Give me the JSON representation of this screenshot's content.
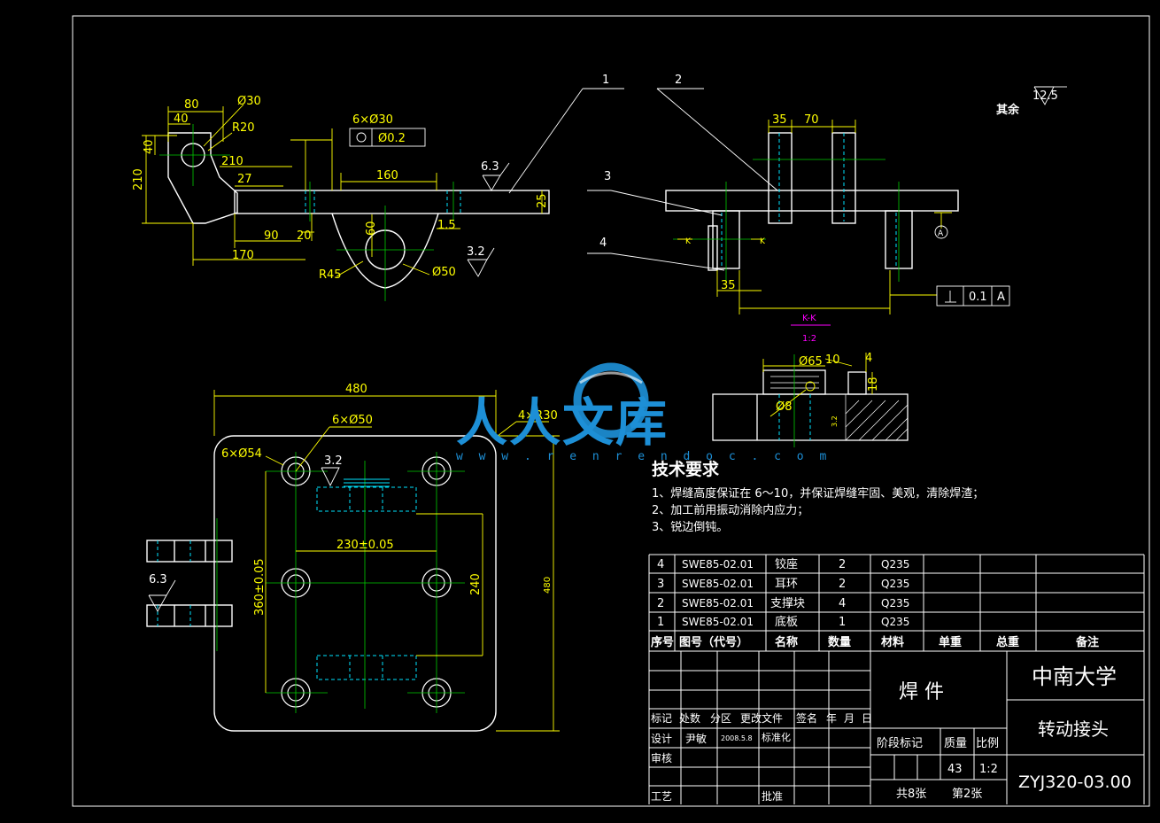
{
  "colors": {
    "background": "#000000",
    "part": "#ffffff",
    "dimension": "#ffff00",
    "centerline": "#00cc00",
    "hidden": "#00e5ff",
    "section": "#ff00ff",
    "watermark": "#1d8fd6"
  },
  "watermark": {
    "brand": "人人文库",
    "url": "w w w . r e n r e n d o c . c o m",
    "icon": "renren-logo-icon"
  },
  "roughness_note": {
    "label": "其余",
    "value": "12.5"
  },
  "balloons": [
    "1",
    "2",
    "3",
    "4"
  ],
  "left_view_dims": {
    "d80": "80",
    "d40": "40",
    "d30": "Ø30",
    "r20": "R20",
    "d210h": "210",
    "d210v": "210",
    "d40v": "40",
    "d27": "27",
    "d6x30": "6×Ø30",
    "pos": "Ø0.2",
    "d160": "160",
    "d6_3": "6.3",
    "d25": "25",
    "d1_5": "1.5",
    "d90": "90",
    "d20": "20",
    "d170": "170",
    "d60": "60",
    "r45": "R45",
    "d50": "Ø50",
    "d3_2": "3.2"
  },
  "right_view_dims": {
    "d35": "35",
    "d70": "70",
    "d35b": "35",
    "perp_value": "0.1",
    "datum": "A",
    "kk_left": "K",
    "kk_right": "K"
  },
  "section": {
    "label": "K-K",
    "scale": "1:2",
    "d65": "Ø65",
    "d10": "10",
    "d4": "4",
    "d18": "18",
    "d8": "Ø8",
    "d3_2": "3.2"
  },
  "plan_view_dims": {
    "d480w": "480",
    "d6x50": "6×Ø50",
    "d4r30": "4×R30",
    "d6x54": "6×Ø54",
    "d3_2": "3.2",
    "d230": "230±0.05",
    "d360": "360±0.05",
    "d240": "240",
    "d480h": "480",
    "d6_3": "6.3"
  },
  "tech_req": {
    "title": "技术要求",
    "lines": [
      "1、焊缝高度保证在  6～10，并保证焊缝牢固、美观，清除焊渣；",
      "2、加工前用振动消除内应力；",
      "3、锐边倒钝。"
    ]
  },
  "parts_list": {
    "rows": [
      [
        "4",
        "SWE85-02.01",
        "铰座",
        "2",
        "Q235"
      ],
      [
        "3",
        "SWE85-02.01",
        "耳环",
        "2",
        "Q235"
      ],
      [
        "2",
        "SWE85-02.01",
        "支撑块",
        "4",
        "Q235"
      ],
      [
        "1",
        "SWE85-02.01",
        "底板",
        "1",
        "Q235"
      ]
    ],
    "headers": [
      "序号",
      "图号（代号）",
      "名称",
      "数量",
      "材料",
      "单重",
      "总重",
      "备注"
    ]
  },
  "title_block": {
    "rev_headers": [
      "标记",
      "处数",
      "分区",
      "更改文件",
      "签名",
      "年",
      "月",
      "日"
    ],
    "design_label": "设计",
    "designer": "尹敏",
    "date": "2008.5.8",
    "std_label": "标准化",
    "review_label": "审核",
    "process_label": "工艺",
    "approve_label": "批准",
    "drawing_title": "焊  件",
    "school": "中南大学",
    "part_name": "转动接头",
    "stage_label": "阶段标记",
    "mass_label": "质量",
    "scale_label": "比例",
    "mass": "43",
    "scale": "1:2",
    "sheets_total": "共8张",
    "sheet_no": "第2张",
    "drawing_no": "ZYJ320-03.00"
  }
}
